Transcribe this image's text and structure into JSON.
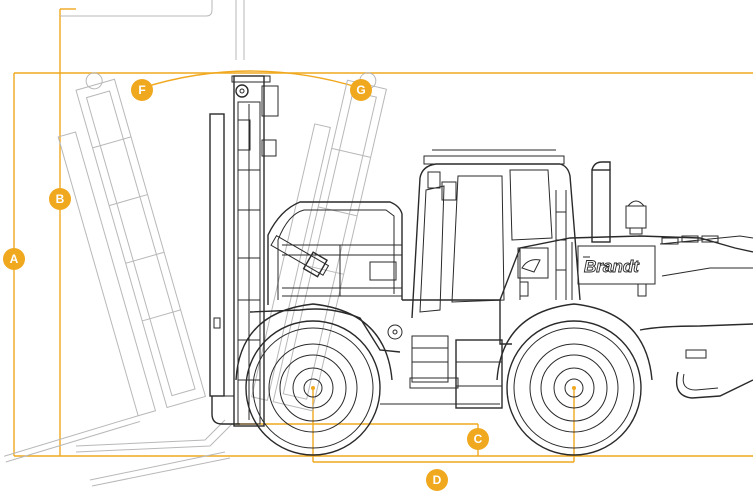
{
  "diagram": {
    "accent_color": "#f0a81e",
    "line_color": "#2a2a2a",
    "ghost_color": "#b8b8b8",
    "brand_text": "Brandt",
    "dimension_labels": {
      "a": "A",
      "b": "B",
      "c": "C",
      "d": "D",
      "f": "F",
      "g": "G"
    }
  }
}
